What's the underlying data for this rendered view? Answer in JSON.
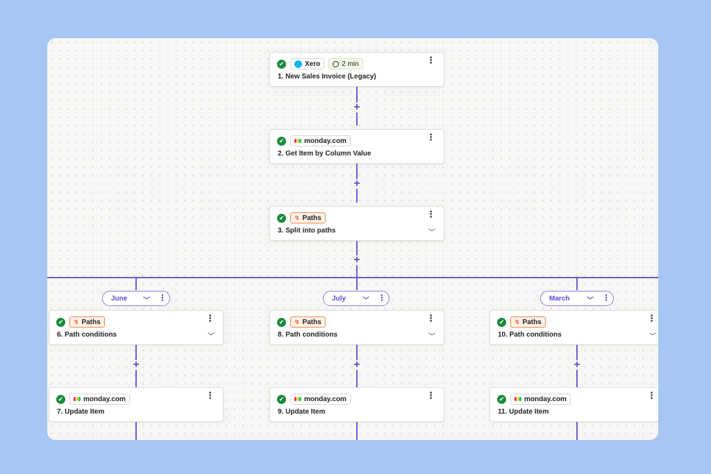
{
  "steps": {
    "s1": {
      "app": "Xero",
      "time": "2 min",
      "title": "1. New Sales Invoice (Legacy)"
    },
    "s2": {
      "app": "monday.com",
      "title": "2. Get Item by Column Value"
    },
    "s3": {
      "app": "Paths",
      "title": "3. Split into paths"
    },
    "s6": {
      "app": "Paths",
      "title": "6. Path conditions"
    },
    "s7": {
      "app": "monday.com",
      "title": "7. Update Item"
    },
    "s8": {
      "app": "Paths",
      "title": "8. Path conditions"
    },
    "s9": {
      "app": "monday.com",
      "title": "9. Update Item"
    },
    "s10": {
      "app": "Paths",
      "title": "10. Path conditions"
    },
    "s11": {
      "app": "monday.com",
      "title": "11. Update Item"
    }
  },
  "paths": {
    "june": "June",
    "july": "July",
    "march": "March"
  },
  "icons": {
    "check": "✔",
    "menu": "⋮",
    "chevron": "﹀",
    "plus": "+",
    "paths": "↯"
  },
  "colors": {
    "background": "#a7c6f3",
    "connector": "#6b5bd6",
    "success": "#1a8a3a",
    "paths_accent": "#e8632b"
  }
}
